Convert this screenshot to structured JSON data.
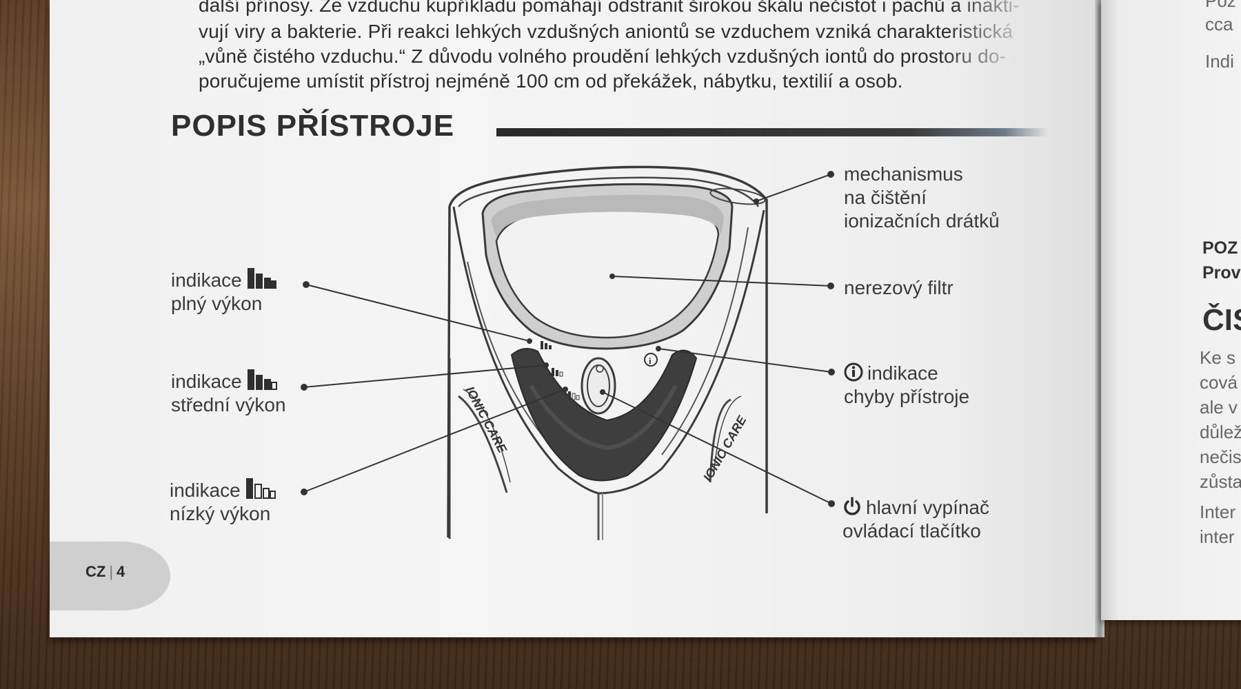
{
  "intro": {
    "lines": [
      "další přínosy. Ze vzduchu kupříkladu pomáhají odstranit širokou škálu nečistot i pachů a inakti-",
      "vují viry a bakterie. Při reakci lehkých vzdušných aniontů se vzduchem vzniká charakteristická",
      "„vůně čistého vzduchu.“ Z důvodu volného proudění lehkých vzdušných iontů do prostoru do-",
      "poručujeme umístit přístroj nejméně 100 cm od překážek, nábytku, textilií a osob."
    ]
  },
  "section_title": "POPIS PŘÍSTROJE",
  "labels": {
    "full_power": [
      "indikace",
      "plný výkon"
    ],
    "medium_power": [
      "indikace",
      "střední výkon"
    ],
    "low_power": [
      "indikace",
      "nízký výkon"
    ],
    "cleaning_mechanism": [
      "mechanismus",
      "na čištění",
      "ionizačních drátků"
    ],
    "filter": [
      "nerezový filtr"
    ],
    "error_indicator": [
      "indikace",
      "chyby přístroje"
    ],
    "power_switch": [
      "hlavní vypínač",
      "ovládací tlačítko"
    ]
  },
  "device_brand": "IONIC CARE",
  "page_number": {
    "lang": "CZ",
    "number": "4"
  },
  "right_page": {
    "lines": [
      "Poz",
      "cca",
      "Indi"
    ],
    "bold": [
      "POZ",
      "Prov"
    ],
    "heading": "ČIS",
    "para": [
      "Ke s",
      "cová",
      "ale v",
      "důlež",
      "nečis",
      "zůsta"
    ],
    "para2": [
      "Inter",
      "inter"
    ]
  }
}
